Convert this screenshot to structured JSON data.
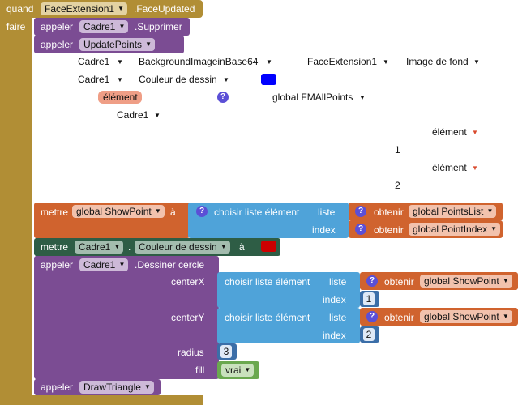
{
  "event": {
    "when": "quand",
    "component": "FaceExtension1",
    "event_name": ".FaceUpdated",
    "do": "faire"
  },
  "blocks": {
    "delete_call": {
      "call": "appeler",
      "component": "Cadre1",
      "method": ".Supprimer"
    },
    "update_points": {
      "call": "appeler",
      "procedure": "UpdatePoints"
    },
    "collapsed_1": {
      "component": "Cadre1",
      "property": "BackgroundImageinBase64",
      "component2": "FaceExtension1",
      "property2": "Image de fond"
    },
    "collapsed_2": {
      "component": "Cadre1",
      "property": "Couleur de dessin",
      "color": "#0000ff"
    },
    "collapsed_3": {
      "element": "élément",
      "variable": "global FMAllPoints"
    },
    "collapsed_4": {
      "component": "Cadre1"
    },
    "collapsed_5": {
      "element_a": "élément",
      "num_a": "1",
      "element_b": "élément",
      "num_b": "2"
    },
    "set_showpoint": {
      "set": "mettre",
      "variable": "global ShowPoint",
      "to": "à",
      "select": "choisir liste élément",
      "list": "liste",
      "index": "index",
      "get": "obtenir",
      "list_var": "global PointsList",
      "index_var": "global PointIndex"
    },
    "set_color": {
      "set": "mettre",
      "component": "Cadre1",
      "property": "Couleur de dessin",
      "to": "à",
      "color": "#cc0000"
    },
    "draw_circle": {
      "call": "appeler",
      "component": "Cadre1",
      "method": ".Dessiner cercle",
      "centerx": "centerX",
      "centery": "centerY",
      "radius": "radius",
      "fill": "fill",
      "select": "choisir liste élément",
      "list": "liste",
      "index": "index",
      "get": "obtenir",
      "point_var": "global ShowPoint",
      "index_x": "1",
      "index_y": "2",
      "radius_value": "3",
      "fill_value": "vrai"
    },
    "draw_triangle": {
      "call": "appeler",
      "procedure": "DrawTriangle"
    }
  }
}
